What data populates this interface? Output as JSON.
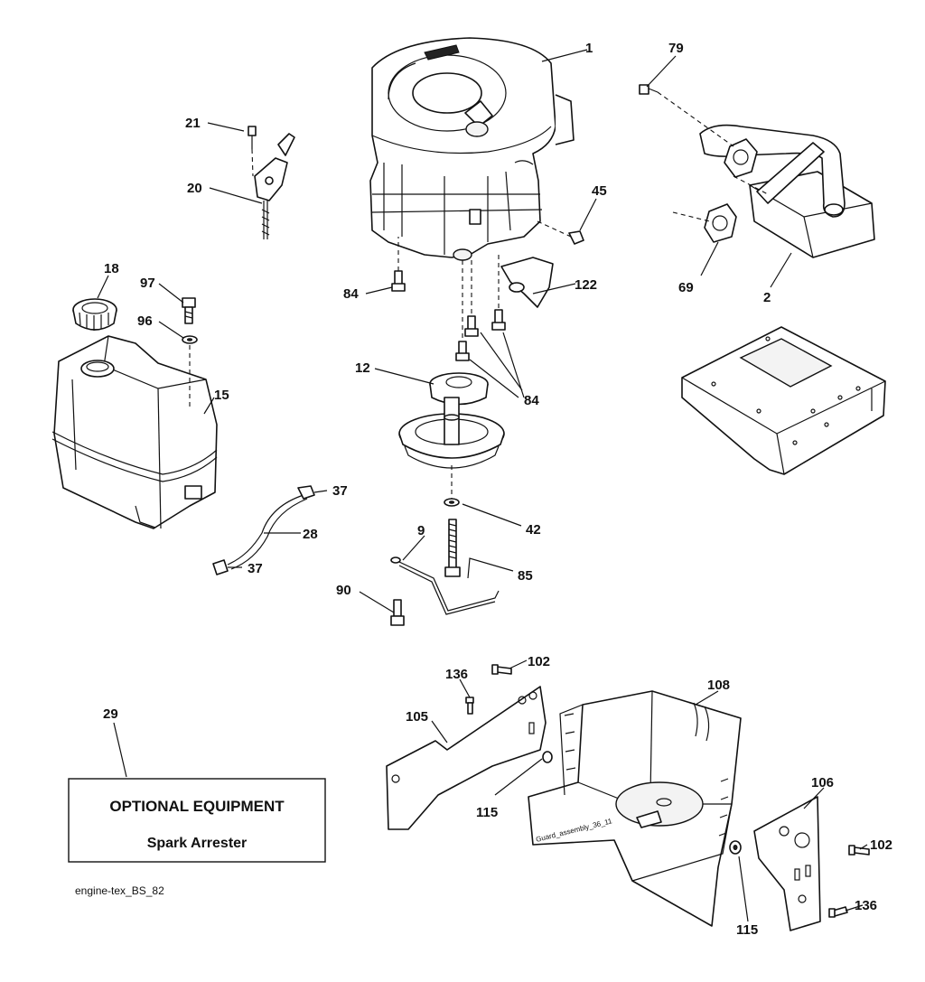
{
  "callouts": {
    "c1": "1",
    "c2": "2",
    "c9": "9",
    "c12": "12",
    "c15": "15",
    "c18": "18",
    "c20": "20",
    "c21": "21",
    "c28": "28",
    "c29": "29",
    "c37a": "37",
    "c37b": "37",
    "c42": "42",
    "c45": "45",
    "c69": "69",
    "c79": "79",
    "c84a": "84",
    "c84b": "84",
    "c85": "85",
    "c90": "90",
    "c96": "96",
    "c97": "97",
    "c102a": "102",
    "c102b": "102",
    "c105": "105",
    "c106": "106",
    "c108": "108",
    "c115a": "115",
    "c115b": "115",
    "c122": "122",
    "c136a": "136",
    "c136b": "136"
  },
  "optional_box": {
    "title": "OPTIONAL EQUIPMENT",
    "subtitle": "Spark Arrester"
  },
  "guard_stamp": "Guard_assembly_36_11",
  "footer_code": "engine-tex_BS_82"
}
